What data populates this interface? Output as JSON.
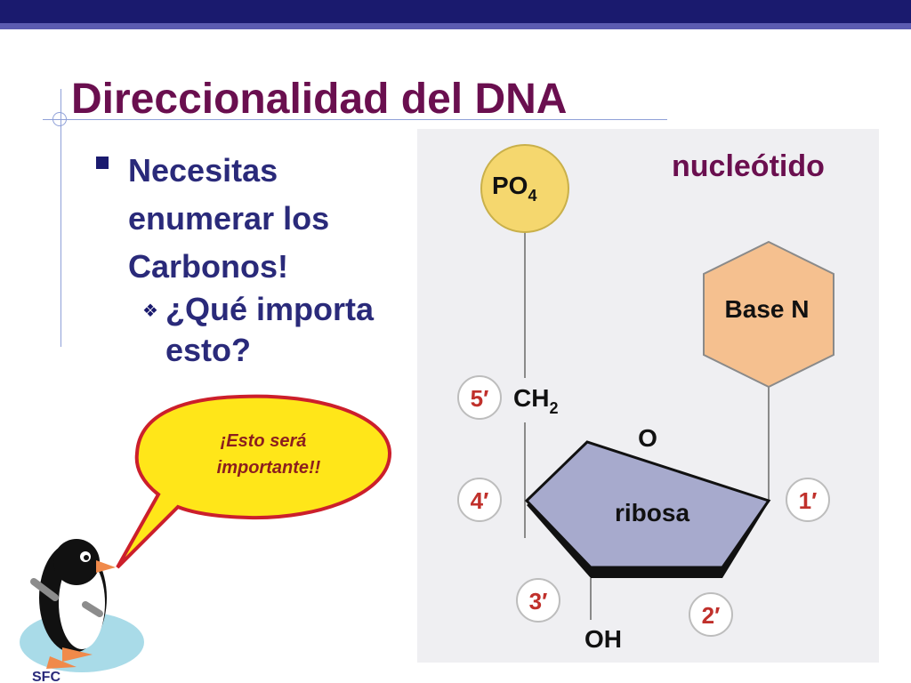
{
  "slide": {
    "title": "Direccionalidad del DNA",
    "bullet_1": "Necesitas enumerar los Carbonos!",
    "bullet_2": "¿Qué importa esto?"
  },
  "callout": {
    "line_1": "¡Esto será",
    "line_2": "importante!!"
  },
  "diagram": {
    "heading": "nucleótido",
    "phosphate": {
      "base": "PO",
      "subscript": "4"
    },
    "base_label": "Base N",
    "sugar_label": "ribosa",
    "oxygen_label": "O",
    "ch2": {
      "base": "CH",
      "subscript": "2"
    },
    "oh_label": "OH",
    "carbon_numbers": {
      "c1": "1′",
      "c2": "2′",
      "c3": "3′",
      "c4": "4′",
      "c5": "5′"
    }
  },
  "footer": {
    "logo_text": "SFC"
  },
  "colors": {
    "title": "#6a0f4f",
    "bullet_text": "#2a2a7a",
    "header_bar": "#1a1a6e",
    "phosphate_fill": "#f5d76e",
    "base_fill": "#f5c08f",
    "sugar_fill": "#a7aacd",
    "carbon_number": "#c0302b",
    "callout_fill": "#ffe619",
    "callout_border": "#cc1f2b"
  },
  "icons": {
    "bullet_1": "square-bullet-icon",
    "bullet_2": "diamond-bullet-icon",
    "mascot": "penguin-icon"
  }
}
